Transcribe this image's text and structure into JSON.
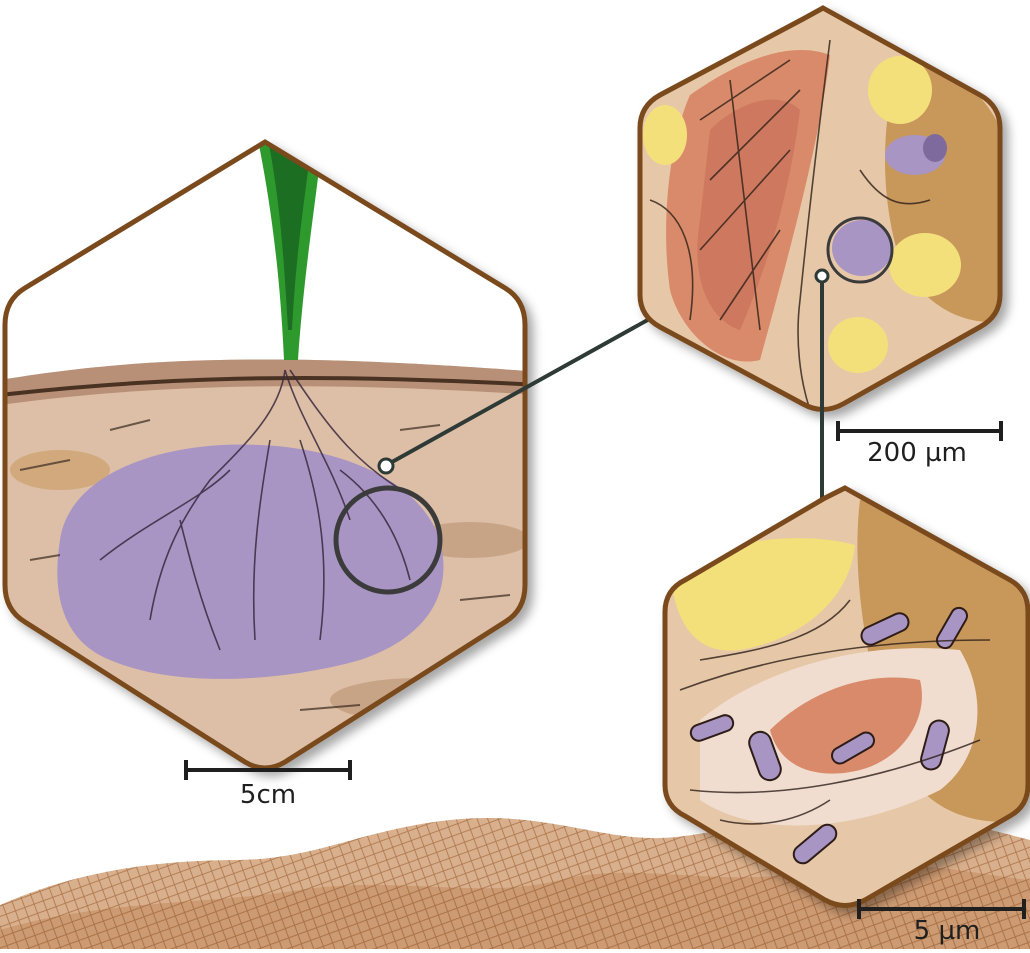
{
  "title": "",
  "scale_bars": {
    "macro": {
      "label": "5cm"
    },
    "micro": {
      "label": "200 µm"
    },
    "nano": {
      "label": "5 µm"
    }
  },
  "colors": {
    "frame": "#7a4a1e",
    "soil": "#dcbfa6",
    "soil_dark": "#c8a487",
    "root_zone": "#a995c4",
    "stem": "#2f9a2e",
    "cell_orange": "#d98a6b",
    "cell_yellow": "#f3e07a",
    "organic_tan": "#c8975a",
    "arrow": "#2e3a36",
    "mesh": "#b07a4e"
  },
  "icons": {
    "zoom_circle": "magnify-circle-icon",
    "zoom_arrow": "arrow-icon"
  }
}
